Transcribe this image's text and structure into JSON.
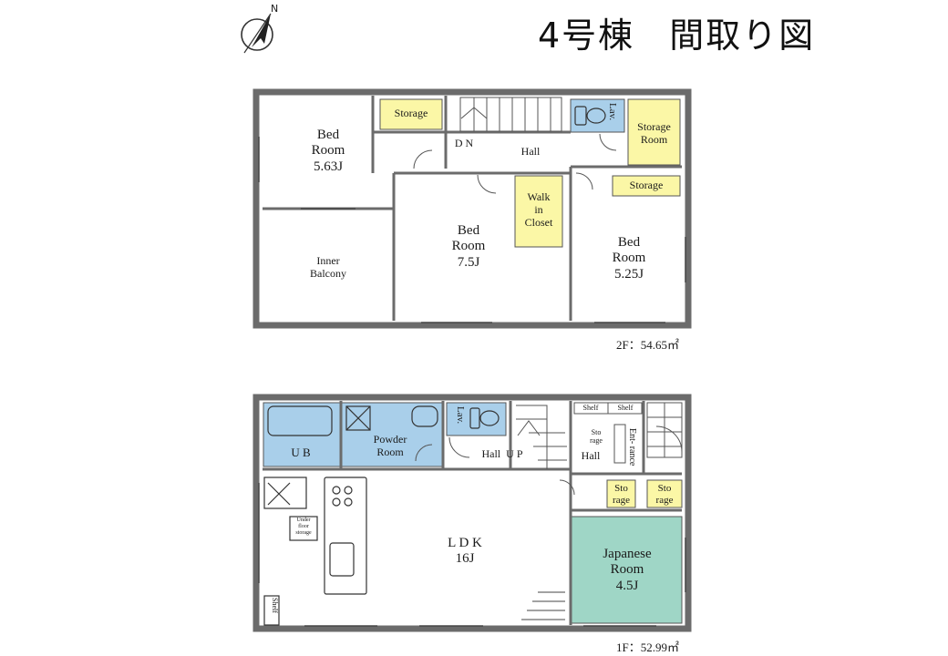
{
  "title": {
    "building": "4号棟",
    "subtitle": "間取り図"
  },
  "compass": {
    "north_label": "N",
    "icon": "north-arrow-icon"
  },
  "colors": {
    "wet_area": "#a9cfea",
    "storage": "#fbf7a6",
    "japanese_room": "#9fd6c6",
    "wall": "#6b6b6b"
  },
  "floor2": {
    "area_label": "2F：54.65㎡",
    "rooms": {
      "bed_nw": [
        "Bed",
        "Room",
        "5.63J"
      ],
      "storage_n": "Storage",
      "dn": "D N",
      "hall": "Hall",
      "lav": "Lav.",
      "storage_room": [
        "Storage",
        "Room"
      ],
      "walk_in_closet": [
        "Walk",
        "in",
        "Closet"
      ],
      "storage_e": "Storage",
      "bed_center": [
        "Bed",
        "Room",
        "7.5J"
      ],
      "bed_east": [
        "Bed",
        "Room",
        "5.25J"
      ],
      "inner_balcony": [
        "Inner",
        "Balcony"
      ]
    }
  },
  "floor1": {
    "area_label": "1F：52.99㎡",
    "rooms": {
      "ub": "U B",
      "powder_room": [
        "Powder",
        "Room"
      ],
      "lav": "Lav.",
      "hall_up": [
        "Hall",
        "U P"
      ],
      "shelf1": "Shelf",
      "shelf2": "Shelf",
      "storage_small": [
        "Sto",
        "rage"
      ],
      "entrance": "Ent-\nrance",
      "hall_entry": "Hall",
      "storage_a": [
        "Sto",
        "rage"
      ],
      "storage_b": [
        "Sto",
        "rage"
      ],
      "ldk": [
        "L D K",
        "16J"
      ],
      "japanese_room": [
        "Japanese",
        "Room",
        "4.5J"
      ],
      "under_floor": [
        "Under",
        "floor",
        "storage"
      ],
      "shelf_kitchen": "Shelf"
    }
  }
}
